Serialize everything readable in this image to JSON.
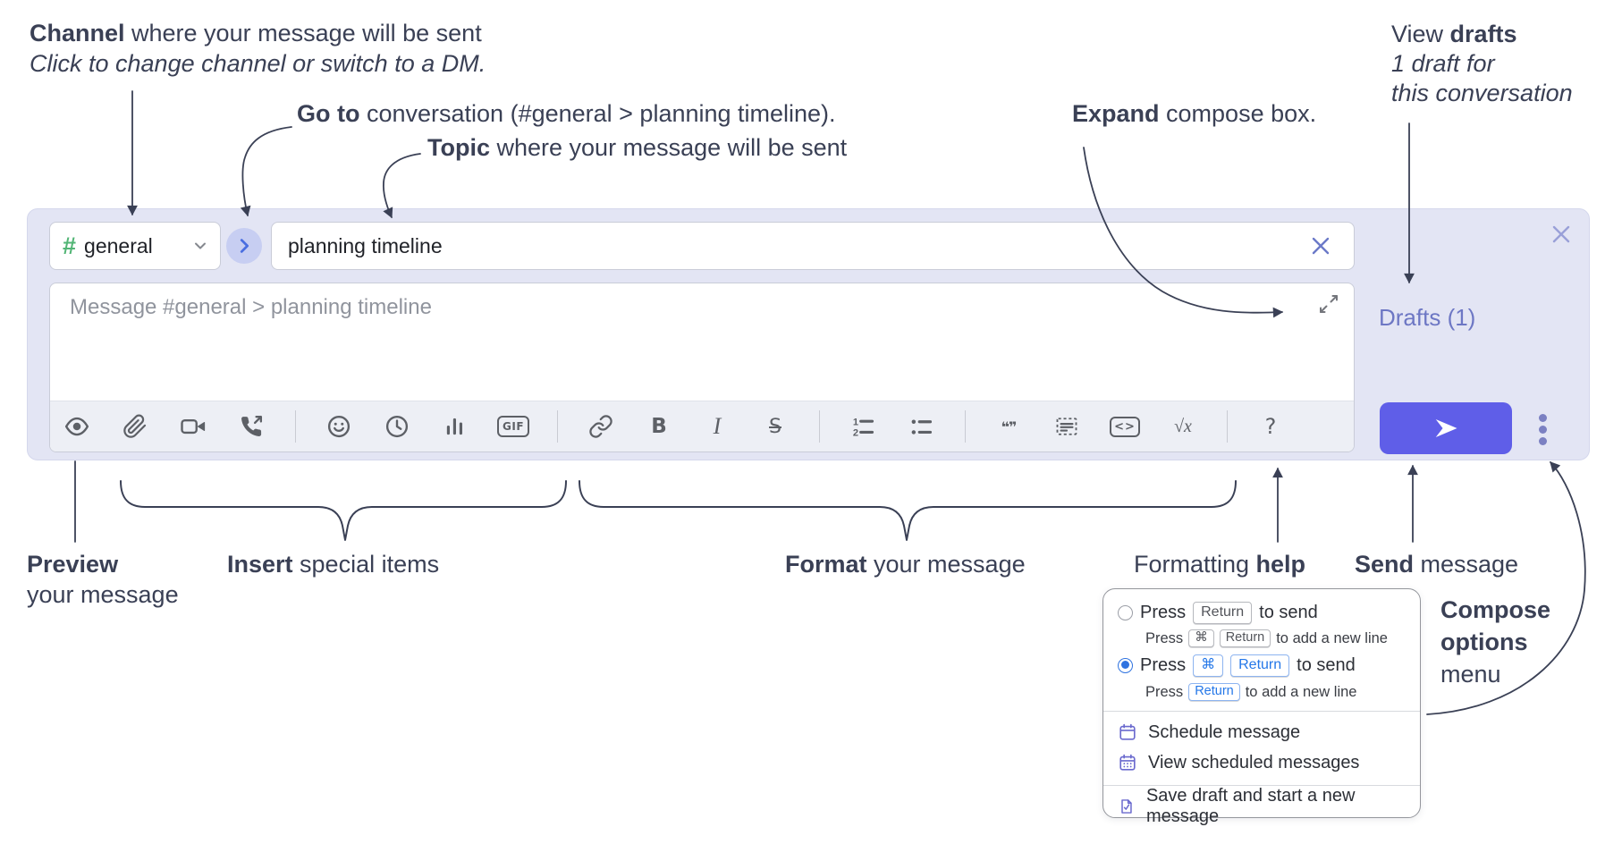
{
  "annotations": {
    "channel": {
      "title": "Channel",
      "rest": " where your message will be sent",
      "subtitle": "Click to change channel or switch to a DM."
    },
    "goto": {
      "title": "Go to",
      "rest": " conversation (#general > planning timeline)."
    },
    "topic": {
      "title": "Topic",
      "rest": " where your message will be sent"
    },
    "expand": {
      "title": "Expand",
      "rest": " compose box."
    },
    "drafts": {
      "pre": "View ",
      "title": "drafts",
      "line2": "1 draft for",
      "line3": "this conversation"
    },
    "preview": {
      "title": "Preview",
      "line2": "your message"
    },
    "insert": {
      "title": "Insert",
      "rest": " special items"
    },
    "format": {
      "title": "Format",
      "rest": " your message"
    },
    "help": {
      "pre": "Formatting ",
      "title": "help"
    },
    "send": {
      "title": "Send",
      "rest": " message"
    },
    "compose_menu": {
      "line1": "Compose",
      "line2": "options",
      "line3": "menu"
    }
  },
  "compose_box": {
    "channel_hash": "#",
    "channel": "general",
    "topic_value": "planning timeline",
    "message_placeholder": "Message #general > planning timeline",
    "drafts_label": "Drafts (1)",
    "toolbar_glyphs": {
      "list_1": "1",
      "list_2": "2",
      "bold": "B",
      "italic": "I",
      "strikethrough": "S",
      "gif": "GIF",
      "quote": "❝❞",
      "code": "<>",
      "math": "√x",
      "help": "?"
    }
  },
  "options_popup": {
    "option_return": {
      "text_press": "Press",
      "key_return": "Return",
      "text_send": "to send",
      "sub_press": "Press",
      "sub_key_cmd": "⌘",
      "sub_key_return": "Return",
      "sub_text": "to add a new line"
    },
    "option_cmd_return": {
      "text_press": "Press",
      "key_cmd": "⌘",
      "key_return": "Return",
      "text_send": "to send",
      "sub_press": "Press",
      "sub_key_return": "Return",
      "sub_text": "to add a new line"
    },
    "menu_items": [
      "Schedule message",
      "View scheduled messages",
      "Save draft and start a new message"
    ]
  },
  "colors": {
    "send_button": "#5f5ee8",
    "drafts_link": "#6d77c4",
    "hash_green": "#52b575",
    "goto_arrow_blue": "#4a6ee0",
    "radio_selected_blue": "#2f73e0",
    "key_blue": "#2477e8",
    "menu_icon_purple": "#6a69ce",
    "annotation_ink": "#3a4055",
    "compose_background": "#e3e5f4"
  }
}
